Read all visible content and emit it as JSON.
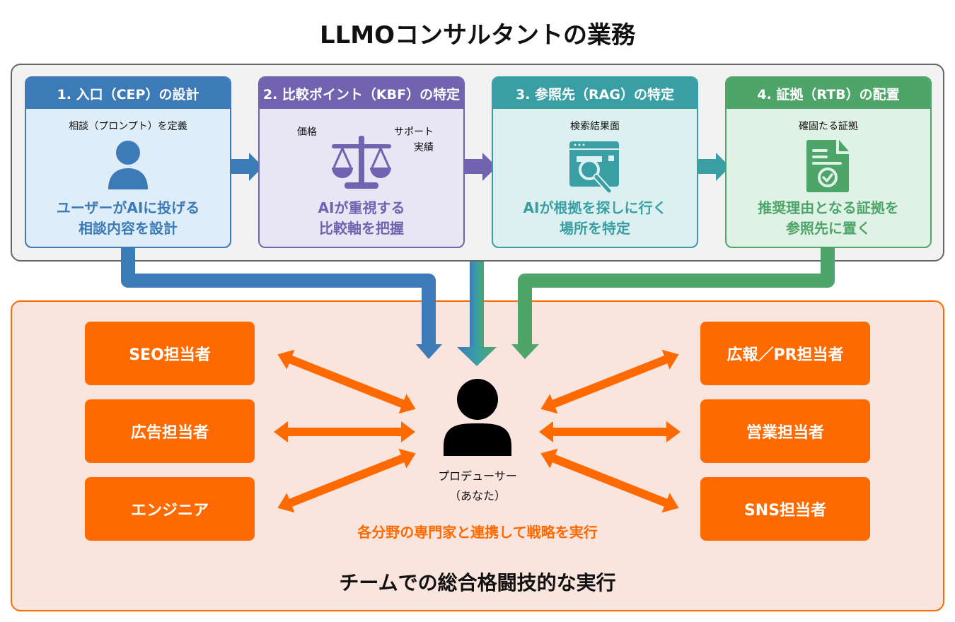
{
  "title": "LLMOコンサルタントの業務",
  "steps": [
    {
      "header": "1. 入口（CEP）の設計",
      "subtitle": "相談（プロンプト）を定義",
      "icon": "user-icon",
      "description_line1": "ユーザーがAIに投げる",
      "description_line2": "相談内容を設計",
      "color": "#3d7ab8",
      "bg": "#deedf7"
    },
    {
      "header": "2. 比較ポイント（KBF）の特定",
      "label_left": "価格",
      "label_right_line1": "サポート",
      "label_right_line2": "実績",
      "icon": "balance-scale-icon",
      "description_line1": "AIが重視する",
      "description_line2": "比較軸を把握",
      "color": "#7163af",
      "bg": "#e8e5f5"
    },
    {
      "header": "3. 参照先（RAG）の特定",
      "subtitle": "検索結果面",
      "icon": "search-results-icon",
      "description_line1": "AIが根拠を探しに行く",
      "description_line2": "場所を特定",
      "color": "#3a9fa4",
      "bg": "#dcf0f0"
    },
    {
      "header": "4. 証拠（RTB）の配置",
      "subtitle": "確固たる証拠",
      "icon": "document-check-icon",
      "description_line1": "推奨理由となる証拠を",
      "description_line2": "参照先に置く",
      "color": "#4ea56a",
      "bg": "#e0f2e6"
    }
  ],
  "team": {
    "left_members": [
      "SEO担当者",
      "広告担当者",
      "エンジニア"
    ],
    "right_members": [
      "広報／PR担当者",
      "営業担当者",
      "SNS担当者"
    ],
    "producer_line1": "プロデューサー",
    "producer_line2": "（あなた）",
    "collab_text": "各分野の専門家と連携して戦略を実行",
    "team_text": "チームでの総合格闘技的な実行"
  },
  "colors": {
    "orange": "#ff6a00",
    "orange_bg": "#f9e5de",
    "panel_gray": "#f2f2f2",
    "panel_border": "#666666"
  }
}
